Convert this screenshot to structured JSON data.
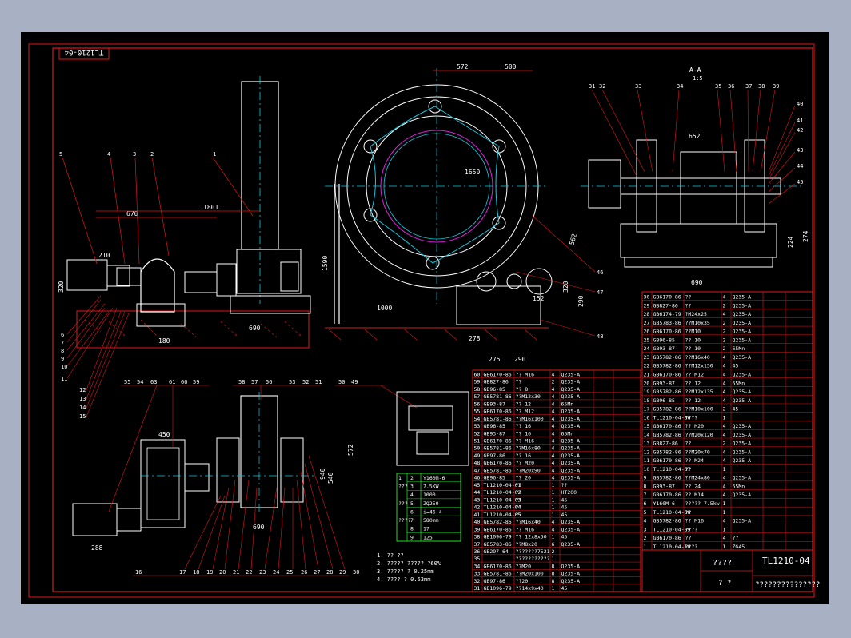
{
  "title_block": {
    "drawing_no": "TL1210-04",
    "drawing_no_rotated": "TL1210-04",
    "name": "????",
    "sub": "? ?",
    "company": "???????????????"
  },
  "dims": {
    "d450": "450",
    "d670": "670",
    "d1801": "1801",
    "d210": "210",
    "d320": "320",
    "d690a": "690",
    "d180": "180",
    "d1590": "1590",
    "d1000": "1000",
    "d572": "572",
    "d500": "500",
    "d1650": "1650",
    "d562": "562",
    "d152": "152",
    "d320b": "320",
    "d290": "290",
    "d278": "278",
    "d275": "275",
    "d290b": "290",
    "d690b": "690",
    "d652": "652",
    "d224": "224",
    "d274": "274",
    "d690c": "690",
    "d288": "288",
    "d940": "940",
    "d540": "540",
    "d572b": "572",
    "d690d": "690",
    "section": "A-A",
    "scale": "1:5"
  },
  "balloons_top": [
    "5",
    "4",
    "3",
    "2",
    "1"
  ],
  "balloons_left": [
    "6",
    "7",
    "8",
    "9",
    "10",
    "11",
    "12",
    "13",
    "14",
    "15"
  ],
  "balloons_mid": [
    "55",
    "54",
    "63",
    "61",
    "60",
    "59",
    "58",
    "57",
    "56",
    "53",
    "52",
    "51",
    "50",
    "49"
  ],
  "balloons_bottom": [
    "16",
    "17",
    "18",
    "19",
    "20",
    "21",
    "22",
    "23",
    "24",
    "25",
    "26",
    "27",
    "28",
    "29",
    "30"
  ],
  "balloons_right": [
    "31",
    "32",
    "33",
    "34",
    "35",
    "36",
    "37",
    "38",
    "39",
    "40",
    "41",
    "42",
    "43",
    "44",
    "45",
    "46",
    "47",
    "48"
  ],
  "spec_table": {
    "rows": [
      [
        "1",
        "2",
        "Y160M-6"
      ],
      [
        "???",
        "3",
        "7.5KW"
      ],
      [
        "",
        "4",
        "1000"
      ],
      [
        "???",
        "5",
        "ZQ250"
      ],
      [
        "",
        "6",
        "i=46.4"
      ],
      [
        "????",
        "7",
        "580mm"
      ],
      [
        "",
        "8",
        "17"
      ],
      [
        "",
        "9",
        "125"
      ]
    ]
  },
  "notes": [
    "1. ??  ??",
    "2. ????? ????? ?60%",
    "3. ????? ? 0.25mm",
    "4. ???? ? 0.53mm"
  ],
  "bom_mid": [
    [
      "60",
      "GB6170-86",
      "?? M16",
      "4",
      "Q235-A",
      "",
      ""
    ],
    [
      "59",
      "GB827-86",
      "?? ",
      "2",
      "Q235-A",
      "",
      ""
    ],
    [
      "58",
      "GB96-85",
      "?? 8",
      "4",
      "Q235-A",
      "",
      ""
    ],
    [
      "57",
      "GB5781-86",
      "??M12x30",
      "4",
      "Q235-A",
      "",
      ""
    ],
    [
      "56",
      "GB93-87",
      "?? 12",
      "4",
      "65Mn",
      "",
      ""
    ],
    [
      "55",
      "GB6170-86",
      "?? M12",
      "4",
      "Q235-A",
      "",
      ""
    ],
    [
      "54",
      "GB5781-86",
      "??M16x100",
      "4",
      "Q235-A",
      "",
      ""
    ],
    [
      "53",
      "GB96-85",
      "?? 16",
      "4",
      "Q235-A",
      "",
      ""
    ],
    [
      "52",
      "GB93-87",
      "?? 16",
      "4",
      "65Mn",
      "",
      ""
    ],
    [
      "51",
      "GB6170-86",
      "?? M16",
      "4",
      "Q235-A",
      "",
      ""
    ],
    [
      "50",
      "GB5781-86",
      "??M16x80",
      "4",
      "Q235-A",
      "",
      ""
    ],
    [
      "49",
      "GB97-86",
      "?? 16",
      "4",
      "Q235-A",
      "",
      ""
    ],
    [
      "48",
      "GB6170-86",
      "?? M20",
      "4",
      "Q235-A",
      "",
      ""
    ],
    [
      "47",
      "GB5781-86",
      "??M20x90",
      "4",
      "Q235-A",
      "",
      ""
    ],
    [
      "46",
      "GB96-85",
      "?? 20",
      "4",
      "Q235-A",
      "",
      ""
    ],
    [
      "45",
      "TL1210-04-01",
      "??",
      "1",
      "??",
      "",
      ""
    ],
    [
      "44",
      "TL1210-04-02",
      "??",
      "1",
      "HT200",
      "",
      ""
    ],
    [
      "43",
      "TL1210-04-03",
      "??",
      "1",
      "45",
      "",
      ""
    ],
    [
      "42",
      "TL1210-04-04",
      "??",
      "1",
      "45",
      "",
      ""
    ],
    [
      "41",
      "TL1210-04-05",
      "??",
      "1",
      "45",
      "",
      ""
    ],
    [
      "40",
      "GB5782-86",
      "??M16x40",
      "4",
      "Q235-A",
      "",
      ""
    ],
    [
      "39",
      "GB6170-86",
      "?? M16",
      "4",
      "Q235-A",
      "",
      ""
    ],
    [
      "38",
      "GB1096-79",
      "?? 12x8x50",
      "1",
      "45",
      "",
      ""
    ],
    [
      "37",
      "GB5783-86",
      "??M8x20",
      "6",
      "Q235-A",
      "",
      ""
    ],
    [
      "36",
      "GB297-64",
      "???????7521",
      "2",
      "",
      "",
      ""
    ],
    [
      "35",
      "",
      "???????????",
      "1",
      "",
      "",
      ""
    ],
    [
      "34",
      "GB6170-86",
      "??M20",
      "8",
      "Q235-A",
      "",
      ""
    ],
    [
      "33",
      "GB5781-86",
      "??M20x100",
      "8",
      "Q235-A",
      "",
      ""
    ],
    [
      "32",
      "GB97-86",
      "??20",
      "8",
      "Q235-A",
      "",
      ""
    ],
    [
      "31",
      "GB1096-79",
      "??14x9x40",
      "1",
      "45",
      "",
      ""
    ]
  ],
  "bom_right": [
    [
      "30",
      "GB6170-86",
      "??",
      "4",
      "Q235-A",
      "",
      ""
    ],
    [
      "29",
      "GB827-86",
      "??",
      "2",
      "Q235-A",
      "",
      ""
    ],
    [
      "28",
      "GB6174-79",
      "?M24x25",
      "4",
      "Q235-A",
      "",
      ""
    ],
    [
      "27",
      "GB5783-86",
      "??M10x35",
      "2",
      "Q235-A",
      "",
      ""
    ],
    [
      "26",
      "GB6170-86",
      "??M10",
      "2",
      "Q235-A",
      "",
      ""
    ],
    [
      "25",
      "GB96-85",
      "?? 10",
      "2",
      "Q235-A",
      "",
      ""
    ],
    [
      "24",
      "GB93-87",
      "?? 10",
      "2",
      "65Mn",
      "",
      ""
    ],
    [
      "23",
      "GB5782-86",
      "??M16x40",
      "4",
      "Q235-A",
      "",
      ""
    ],
    [
      "22",
      "GB5782-86",
      "??M12x150",
      "4",
      "45",
      "",
      ""
    ],
    [
      "21",
      "GB6170-86",
      "?? M12",
      "4",
      "Q235-A",
      "",
      ""
    ],
    [
      "20",
      "GB93-87",
      "?? 12",
      "4",
      "65Mn",
      "",
      ""
    ],
    [
      "19",
      "GB5782-86",
      "??M12x135",
      "4",
      "Q235-A",
      "",
      ""
    ],
    [
      "18",
      "GB96-85",
      "?? 12",
      "4",
      "Q235-A",
      "",
      ""
    ],
    [
      "17",
      "GB5782-86",
      "??M10x100",
      "2",
      "45",
      "",
      ""
    ],
    [
      "16",
      "TL1210-04-06",
      "????",
      "1",
      "",
      "",
      ""
    ],
    [
      "15",
      "GB6170-86",
      "?? M20",
      "4",
      "Q235-A",
      "",
      ""
    ],
    [
      "14",
      "GB5782-86",
      "??M20x120",
      "4",
      "Q235-A",
      "",
      ""
    ],
    [
      "13",
      "GB827-86",
      "??",
      "2",
      "Q235-A",
      "",
      ""
    ],
    [
      "12",
      "GB5782-86",
      "??M20x70",
      "4",
      "Q235-A",
      "",
      ""
    ],
    [
      "11",
      "GB6170-86",
      "?? M24",
      "4",
      "Q235-A",
      "",
      ""
    ],
    [
      "10",
      "TL1210-04-07",
      "??",
      "1",
      "",
      "",
      ""
    ],
    [
      "9",
      "GB5782-86",
      "??M24x80",
      "4",
      "Q235-A",
      "",
      ""
    ],
    [
      "8",
      "GB93-87",
      "?? 24",
      "4",
      "65Mn",
      "",
      ""
    ],
    [
      "7",
      "GB6170-86",
      "?? M14",
      "4",
      "Q235-A",
      "",
      ""
    ],
    [
      "6",
      "Y160M-6",
      "????? 7.5kw",
      "1",
      "",
      "",
      ""
    ],
    [
      "5",
      "TL1210-04-08",
      "??",
      "1",
      "",
      "",
      ""
    ],
    [
      "4",
      "GB5782-86",
      "?? M16",
      "4",
      "Q235-A",
      "",
      ""
    ],
    [
      "3",
      "TL1210-04-09",
      "????",
      "1",
      "",
      "",
      ""
    ],
    [
      "2",
      "GB6170-86",
      "??",
      "4",
      "??",
      "",
      ""
    ],
    [
      "1",
      "TL1210-04-10",
      "????",
      "1",
      "ZG45",
      "",
      ""
    ]
  ]
}
